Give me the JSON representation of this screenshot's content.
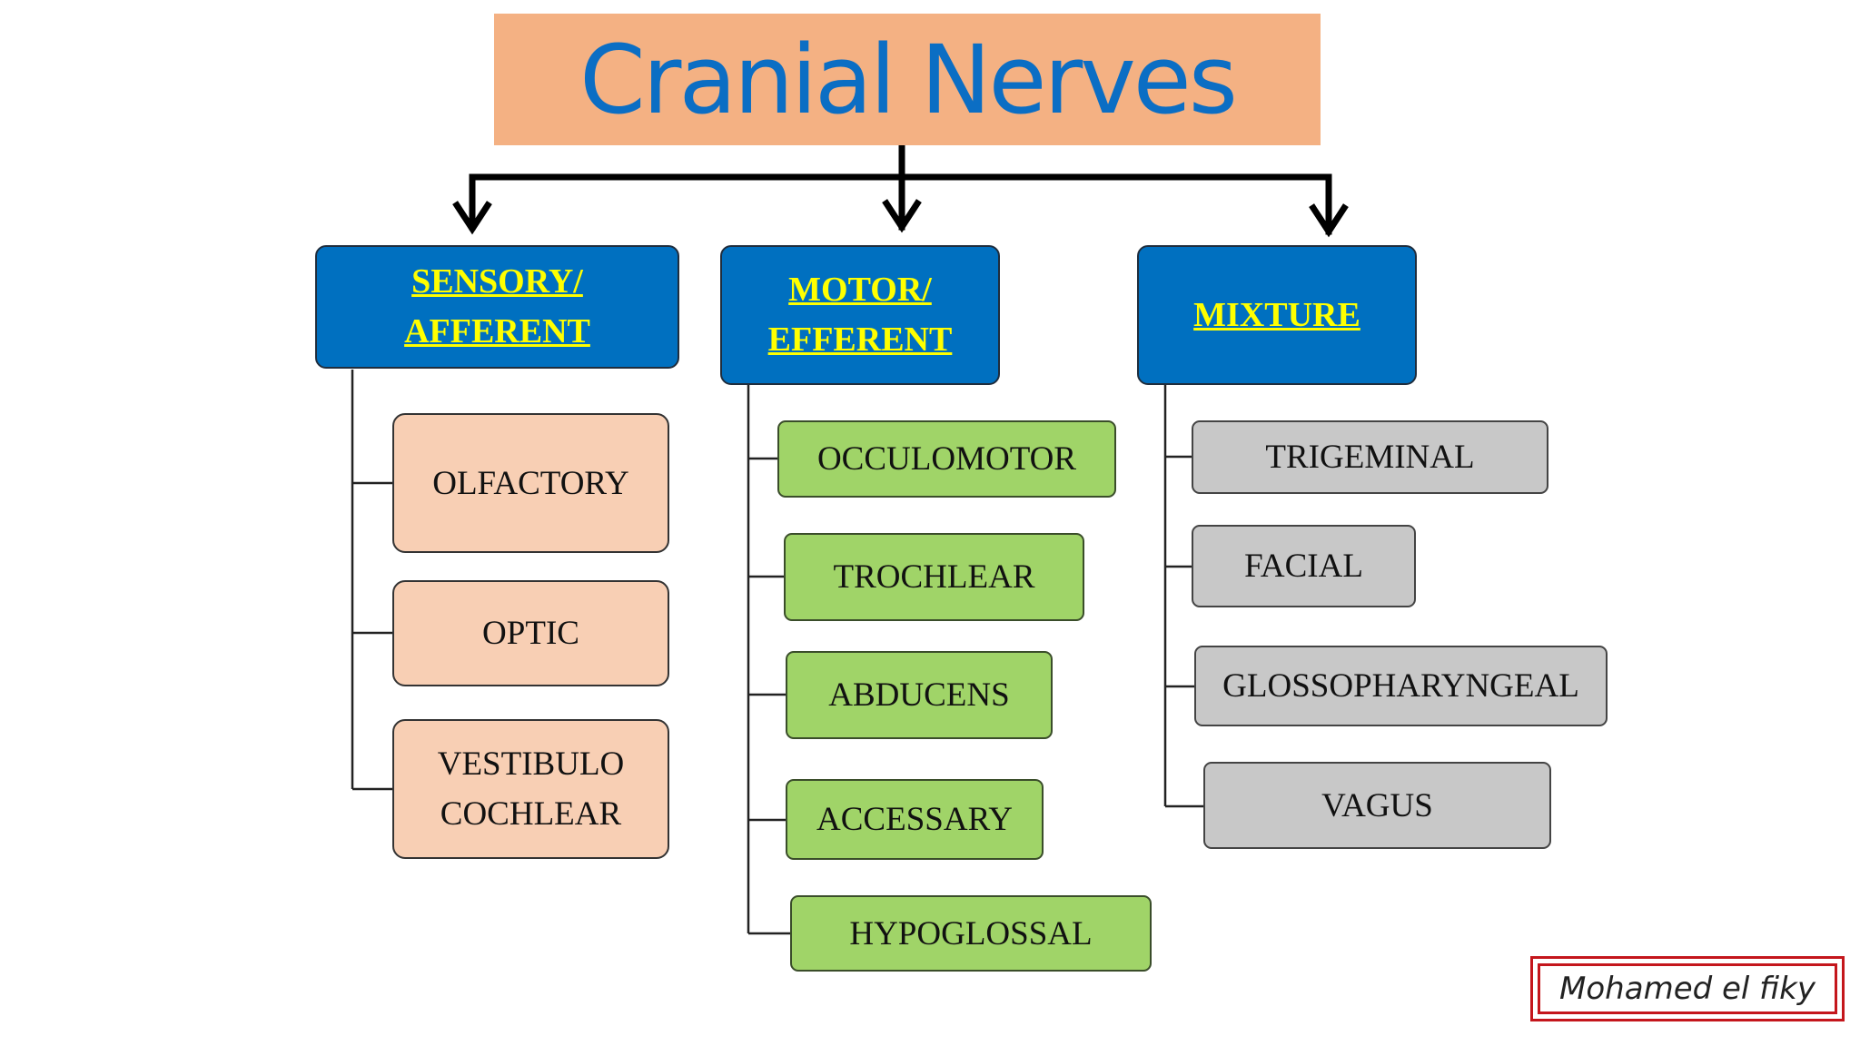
{
  "title": "Cranial Nerves",
  "categories": [
    {
      "lines": [
        "SENSORY/",
        "AFFERENT"
      ]
    },
    {
      "lines": [
        "MOTOR/",
        "EFFERENT"
      ]
    },
    {
      "lines": [
        "MIXTURE"
      ]
    }
  ],
  "sensory_nerves": [
    {
      "lines": [
        "OLFACTORY"
      ]
    },
    {
      "lines": [
        "OPTIC"
      ]
    },
    {
      "lines": [
        "VESTIBULO",
        "COCHLEAR"
      ]
    }
  ],
  "motor_nerves": [
    {
      "label": "OCCULOMOTOR"
    },
    {
      "label": "TROCHLEAR"
    },
    {
      "label": "ABDUCENS"
    },
    {
      "label": "ACCESSARY"
    },
    {
      "label": "HYPOGLOSSAL"
    }
  ],
  "mixed_nerves": [
    {
      "label": "TRIGEMINAL"
    },
    {
      "label": "FACIAL"
    },
    {
      "label": "GLOSSOPHARYNGEAL"
    },
    {
      "label": "VAGUS"
    }
  ],
  "signature": "Mohamed el fiky",
  "colors": {
    "title_bg": "#f4b183",
    "title_text": "#0b6ec4",
    "category_bg": "#0070c0",
    "category_text": "#ffff00",
    "sensory_bg": "#f8cfb4",
    "motor_bg": "#a0d468",
    "mixed_bg": "#c8c8c8",
    "signature_border": "#c4161c"
  }
}
